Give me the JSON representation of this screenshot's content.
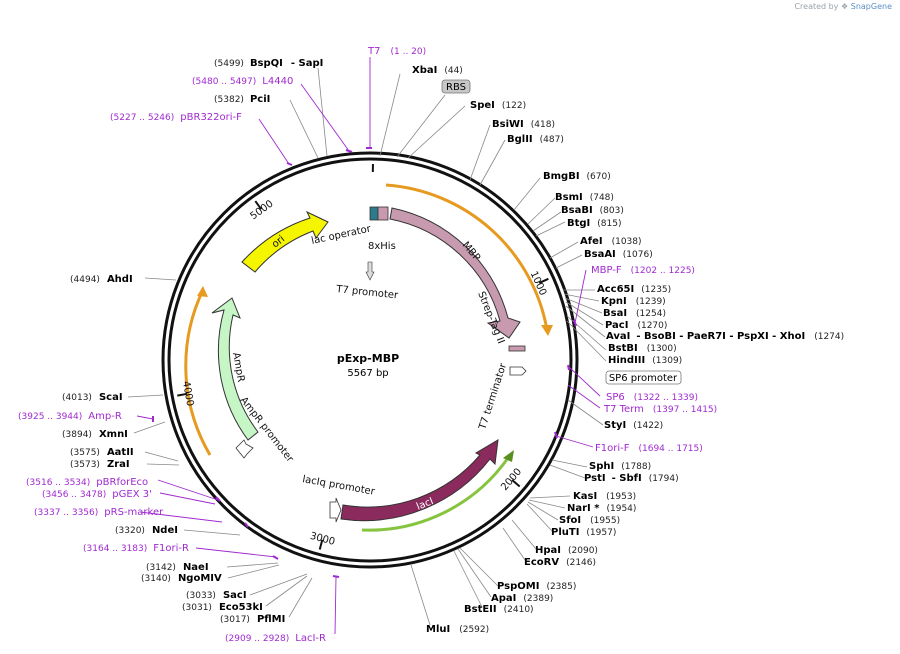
{
  "credit": {
    "prefix": "Created by",
    "brand": "SnapGene"
  },
  "plasmid": {
    "name": "pExp-MBP",
    "size_label": "5567 bp",
    "length": 5567
  },
  "ticks": [
    "1000",
    "2000",
    "3000",
    "4000",
    "5000"
  ],
  "tick_values": [
    1000,
    2000,
    3000,
    4000,
    5000
  ],
  "features": [
    {
      "name": "MBP",
      "start": 160,
      "end": 1260,
      "color": "#c89ab0",
      "ring": "outer",
      "arrow": true
    },
    {
      "name": "lacI",
      "start": 1800,
      "end": 2900,
      "color": "#8b2a5c",
      "ring": "outer",
      "arrow": true,
      "label_white": true
    },
    {
      "name": "AmpR",
      "start": 3900,
      "end": 4560,
      "color": "#c6f5c6",
      "ring": "outer",
      "arrow": true
    },
    {
      "name": "ori",
      "start": 4780,
      "end": 5360,
      "color": "#f5f500",
      "ring": "outer",
      "arrow": true
    },
    {
      "name": "Strep-Tag II",
      "start": 1275,
      "end": 1300,
      "color": "#c89ab0",
      "ring": "outer",
      "arrow": false
    },
    {
      "name": "lac operator",
      "start": 5500,
      "end": 5525,
      "color": "#2c7a8a",
      "ring": "outer",
      "arrow": false
    },
    {
      "name": "8xHis",
      "start": 5540,
      "end": 5567,
      "color": "#c89ab0",
      "ring": "outer",
      "arrow": false
    }
  ],
  "inner_labels": [
    {
      "text": "lac operator"
    },
    {
      "text": "8xHis"
    },
    {
      "text": "T7 promoter"
    },
    {
      "text": "Strep-Tag II"
    },
    {
      "text": "T7 terminator"
    },
    {
      "text": "lacIq promoter"
    },
    {
      "text": "AmpR promoter"
    },
    {
      "text": "AmpR"
    },
    {
      "text": "MBP"
    },
    {
      "text": "lacI"
    },
    {
      "text": "ori"
    }
  ],
  "sites": [
    {
      "name": "BspQI",
      "extra": "- SapI",
      "pos": "(5499)"
    },
    {
      "name": "PciI",
      "pos": "(5382)"
    },
    {
      "name": "XbaI",
      "pos": "(44)"
    },
    {
      "name": "SpeI",
      "pos": "(122)"
    },
    {
      "name": "BsiWI",
      "pos": "(418)"
    },
    {
      "name": "BglII",
      "pos": "(487)"
    },
    {
      "name": "BmgBI",
      "pos": "(670)"
    },
    {
      "name": "BsmI",
      "pos": "(748)"
    },
    {
      "name": "BsaBI",
      "pos": "(803)"
    },
    {
      "name": "BtgI",
      "pos": "(815)"
    },
    {
      "name": "AfeI",
      "pos": "(1038)"
    },
    {
      "name": "BsaAI",
      "pos": "(1076)"
    },
    {
      "name": "Acc65I",
      "pos": "(1235)"
    },
    {
      "name": "KpnI",
      "pos": "(1239)"
    },
    {
      "name": "BsaI",
      "pos": "(1254)"
    },
    {
      "name": "PacI",
      "pos": "(1270)"
    },
    {
      "name": "AvaI",
      "extra": "- BsoBI   - PaeR7I   - PspXI   - XhoI",
      "pos": "(1274)"
    },
    {
      "name": "BstBI",
      "pos": "(1300)"
    },
    {
      "name": "HindIII",
      "pos": "(1309)"
    },
    {
      "name": "StyI",
      "pos": "(1422)"
    },
    {
      "name": "SphI",
      "pos": "(1788)"
    },
    {
      "name": "PstI",
      "extra": "- SbfI",
      "pos": "(1794)"
    },
    {
      "name": "KasI",
      "pos": "(1953)"
    },
    {
      "name": "NarI *",
      "pos": "(1954)"
    },
    {
      "name": "SfoI",
      "pos": "(1955)"
    },
    {
      "name": "PluTI",
      "pos": "(1957)"
    },
    {
      "name": "HpaI",
      "pos": "(2090)"
    },
    {
      "name": "EcoRV",
      "pos": "(2146)"
    },
    {
      "name": "PspOMI",
      "pos": "(2385)"
    },
    {
      "name": "ApaI",
      "pos": "(2389)"
    },
    {
      "name": "BstEII",
      "pos": "(2410)"
    },
    {
      "name": "MluI",
      "pos": "(2592)"
    },
    {
      "name": "AhdI",
      "pos": "(4494)"
    },
    {
      "name": "ScaI",
      "pos": "(4013)"
    },
    {
      "name": "XmnI",
      "pos": "(3894)"
    },
    {
      "name": "AatII",
      "pos": "(3575)"
    },
    {
      "name": "ZraI",
      "pos": "(3573)"
    },
    {
      "name": "NdeI",
      "pos": "(3320)"
    },
    {
      "name": "NaeI",
      "pos": "(3142)"
    },
    {
      "name": "NgoMIV",
      "pos": "(3140)"
    },
    {
      "name": "SacI",
      "pos": "(3033)"
    },
    {
      "name": "Eco53kI",
      "pos": "(3031)"
    },
    {
      "name": "PflMI",
      "pos": "(3017)"
    }
  ],
  "primers": [
    {
      "name": "T7",
      "range": "(1 .. 20)"
    },
    {
      "name": "L4440",
      "range": "(5480 .. 5497)"
    },
    {
      "name": "pBR322ori-F",
      "range": "(5227 .. 5246)"
    },
    {
      "name": "MBP-F",
      "range": "(1202 .. 1225)"
    },
    {
      "name": "SP6",
      "range": "(1322 .. 1339)"
    },
    {
      "name": "T7 Term",
      "range": "(1397 .. 1415)"
    },
    {
      "name": "F1ori-F",
      "range": "(1694 .. 1715)"
    },
    {
      "name": "Amp-R",
      "range": "(3925 .. 3944)"
    },
    {
      "name": "pBRforEco",
      "range": "(3516 .. 3534)"
    },
    {
      "name": "pGEX 3'",
      "range": "(3456 .. 3478)"
    },
    {
      "name": "pRS-marker",
      "range": "(3337 .. 3356)"
    },
    {
      "name": "F1ori-R",
      "range": "(3164 .. 3183)"
    },
    {
      "name": "LacI-R",
      "range": "(2909 .. 2928)"
    }
  ],
  "boxed_labels": [
    {
      "text": "RBS"
    },
    {
      "text": "SP6 promoter"
    }
  ]
}
